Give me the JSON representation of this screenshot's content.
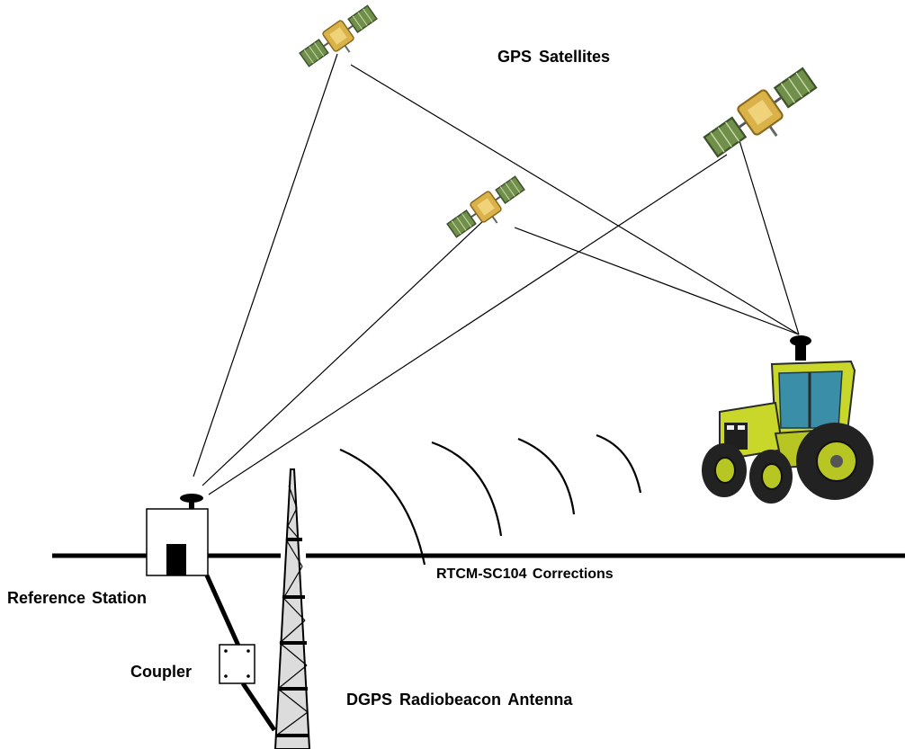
{
  "labels": {
    "satellites": "GPS Satellites",
    "corrections": "RTCM-SC104 Corrections",
    "reference_station": "Reference Station",
    "coupler": "Coupler",
    "antenna": "DGPS Radiobeacon Antenna"
  },
  "icons": [
    "satellite-icon",
    "tractor-icon",
    "gps-antenna-icon",
    "reference-station-icon",
    "coupler-icon",
    "radio-tower-icon"
  ],
  "colors": {
    "line": "#000000",
    "satellite_panel": "#6f8f4a",
    "satellite_body": "#d9b24a",
    "tractor_body": "#c9d62a",
    "tractor_cab": "#3a8ea8",
    "tyre": "#222222",
    "tower_fill": "#dcdcdc"
  }
}
